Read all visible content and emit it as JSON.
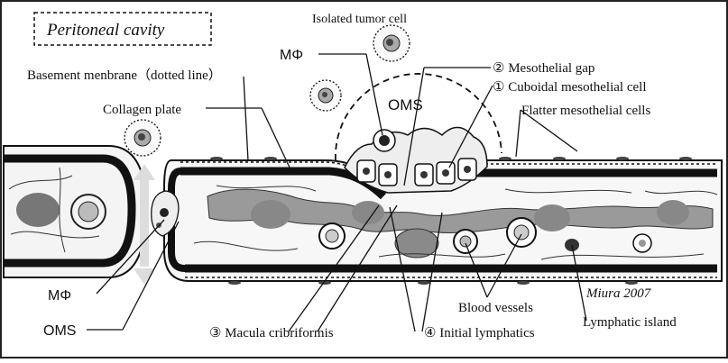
{
  "labels": {
    "peritoneal_cavity": "Peritoneal cavity",
    "isolated_tumor_cell": "Isolated tumor cell",
    "macrophage_top": "MΦ",
    "mesothelial_gap": "② Mesothelial gap",
    "cuboidal_cell": "① Cuboidal mesothelial cell",
    "basement_membrane": "Basement menbrane（dotted line）",
    "oms_top": "OMS",
    "flatter_cells": "Flatter mesothelial cells",
    "collagen_plate": "Collagen plate",
    "macrophage_bottom": "MΦ",
    "oms_bottom": "OMS",
    "macula_cribriformis": "③ Macula cribriformis",
    "initial_lymphatics": "④ Initial lymphatics",
    "blood_vessels": "Blood vessels",
    "lymphatic_island": "Lymphatic island",
    "signature": "Miura 2007"
  }
}
